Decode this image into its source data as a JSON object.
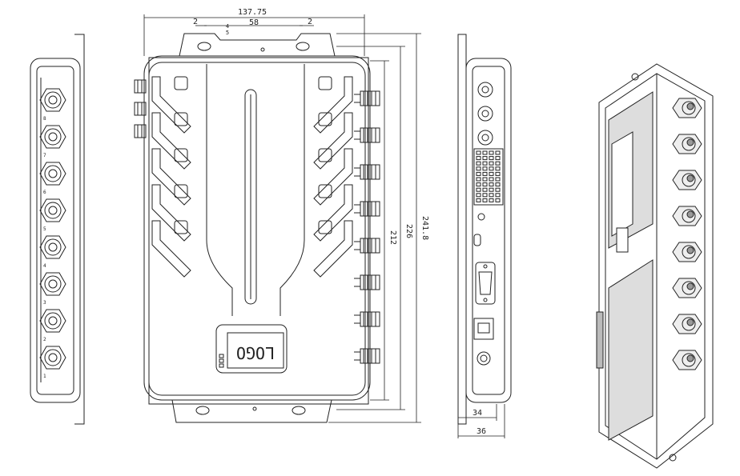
{
  "drawing": {
    "dimensions": {
      "overall_width": "137.75",
      "hole_spacing": "58",
      "hole_offset_left": "2",
      "hole_offset_right": "2",
      "small_offset_a": "4",
      "small_offset_b": "5",
      "height_body": "212",
      "height_outer": "226",
      "height_total": "241.8",
      "depth_body": "34",
      "depth_total": "36"
    },
    "front_view": {
      "logo_text": "LOGO"
    },
    "side_view_left": {
      "port_labels": [
        "8",
        "7",
        "6",
        "5",
        "4",
        "3",
        "2",
        "1"
      ]
    }
  }
}
